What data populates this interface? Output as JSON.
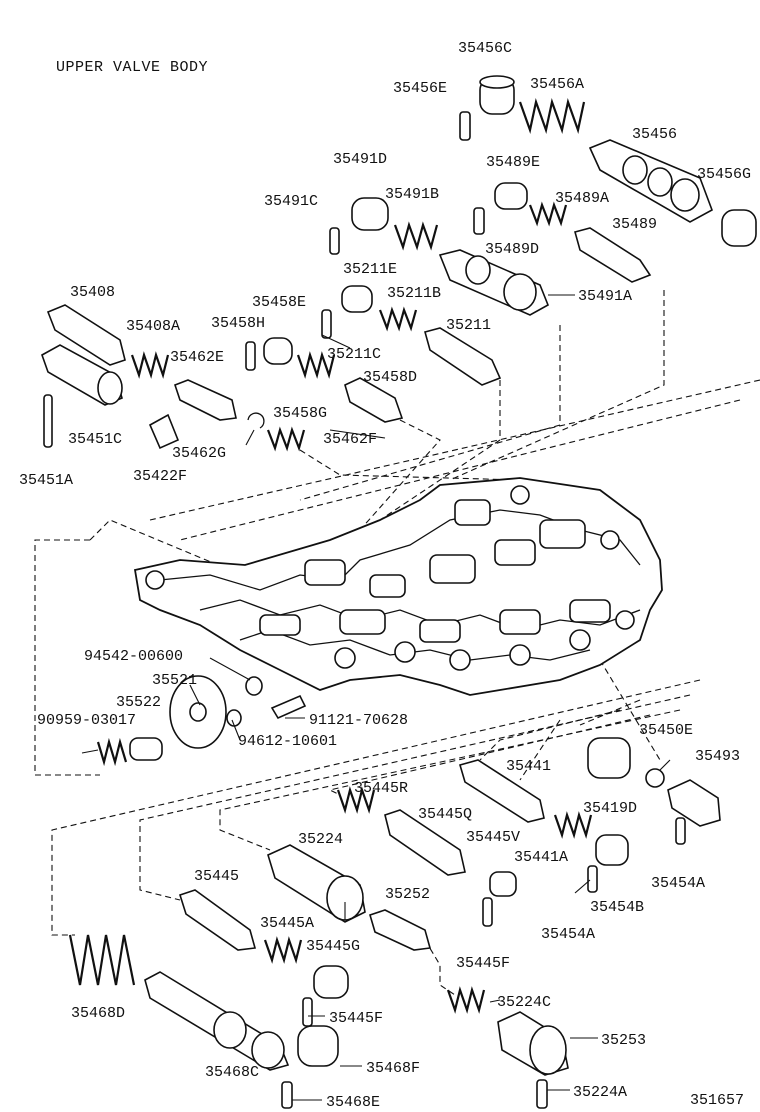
{
  "title": "UPPER VALVE BODY",
  "figure_code": "351657",
  "labels": [
    "35456C",
    "35456E",
    "35456A",
    "35456",
    "35456G",
    "35491D",
    "35489E",
    "35491C",
    "35491B",
    "35489A",
    "35489",
    "35489D",
    "35211E",
    "35211B",
    "35491A",
    "35408",
    "35458E",
    "35408A",
    "35458H",
    "35211C",
    "35211",
    "35462E",
    "35458D",
    "35458G",
    "35451C",
    "35462G",
    "35462F",
    "35451A",
    "35422F",
    "94542-00600",
    "35521",
    "35522",
    "90959-03017",
    "91121-70628",
    "94612-10601",
    "35450E",
    "35493",
    "35441",
    "35445R",
    "35445Q",
    "35419D",
    "35224",
    "35445V",
    "35441A",
    "35454A",
    "35454B",
    "35445",
    "35252",
    "35445A",
    "35445G",
    "35445F",
    "35468D",
    "35224C",
    "35253",
    "35468C",
    "35468F",
    "35468E",
    "35224A"
  ]
}
